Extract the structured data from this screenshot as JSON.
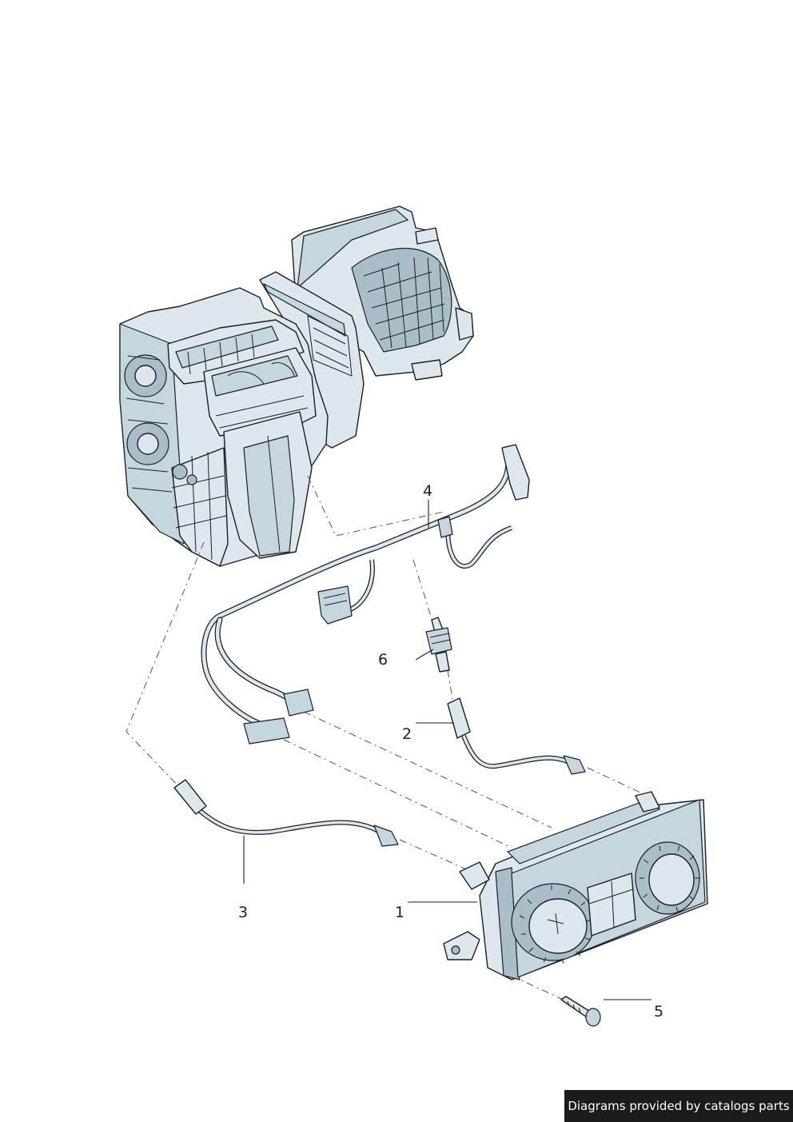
{
  "callouts": [
    "1",
    "2",
    "3",
    "4",
    "5",
    "6"
  ],
  "credit": "Diagrams provided by catalogs parts",
  "colors": {
    "part_fill": "#dde8ee",
    "part_shade": "#a9bec9",
    "outline": "#1a1f24"
  }
}
